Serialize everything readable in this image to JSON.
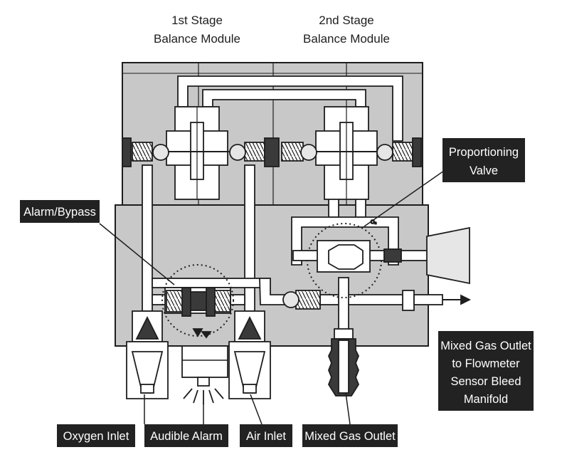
{
  "headings": {
    "stage1": [
      "1st Stage",
      "Balance Module"
    ],
    "stage2": [
      "2nd Stage",
      "Balance Module"
    ]
  },
  "callouts": {
    "alarm_bypass": "Alarm/Bypass",
    "proportioning_valve": [
      "Proportioning",
      "Valve"
    ],
    "mixed_gas_outlet_flowmeter": [
      "Mixed Gas Outlet",
      "to Flowmeter",
      "Sensor Bleed",
      "Manifold"
    ],
    "oxygen_inlet": "Oxygen Inlet",
    "audible_alarm": "Audible Alarm",
    "air_inlet": "Air Inlet",
    "mixed_gas_outlet": "Mixed Gas Outlet"
  },
  "markings": {
    "o2": "O₂"
  },
  "colors": {
    "body": "#c8c8c8",
    "stroke": "#1e1e1e",
    "passage": "#ffffff",
    "label_bg": "#222222",
    "label_text": "#ffffff"
  }
}
